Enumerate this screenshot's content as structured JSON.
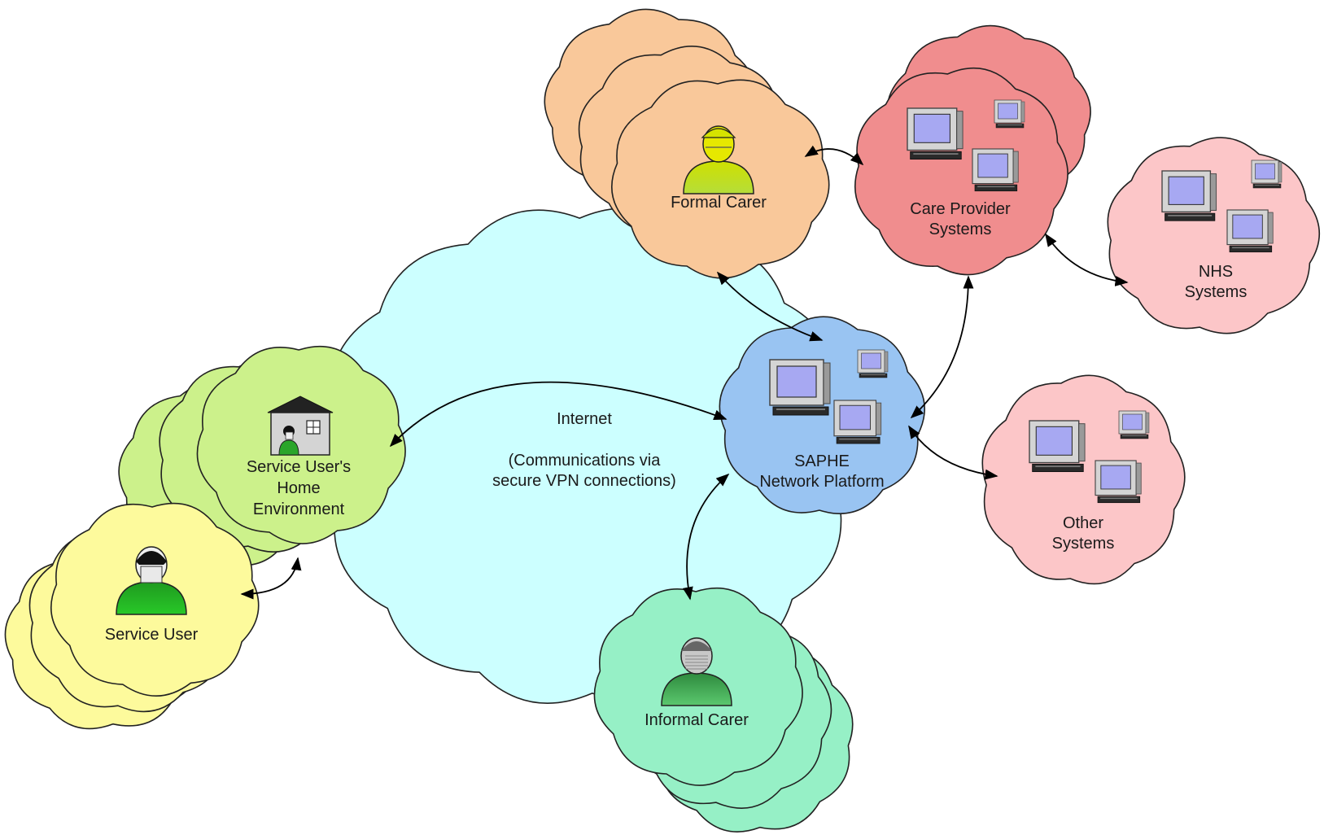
{
  "colors": {
    "internet": "#ccffff",
    "formal_carer": "#f9c89a",
    "care_provider": "#f08d8e",
    "nhs": "#fcc6c8",
    "saphe": "#99c4f2",
    "other": "#fcc6c8",
    "home": "#ccf18b",
    "service_user": "#fdfa9c",
    "informal_carer": "#96f0c6",
    "monitor_screen": "#a7a8f2"
  },
  "internet": {
    "title": "Internet",
    "desc_line1": "(Communications via",
    "desc_line2": "secure VPN connections)"
  },
  "formal_carer": {
    "line1": "Formal Carer",
    "icon": "person-hardhat-icon"
  },
  "care_provider": {
    "line1": "Care Provider",
    "line2": "Systems",
    "icon": "computer-icon"
  },
  "nhs": {
    "line1": "NHS",
    "line2": "Systems",
    "icon": "computer-icon"
  },
  "saphe": {
    "line1": "SAPHE",
    "line2": "Network Platform",
    "icon": "computer-icon"
  },
  "other": {
    "line1": "Other",
    "line2": "Systems",
    "icon": "computer-icon"
  },
  "home": {
    "line1": "Service User's",
    "line2": "Home",
    "line3": "Environment",
    "icon": "house-icon"
  },
  "service_user": {
    "line1": "Service User",
    "icon": "person-icon"
  },
  "informal_carer": {
    "line1": "Informal Carer",
    "icon": "person-masked-icon"
  }
}
